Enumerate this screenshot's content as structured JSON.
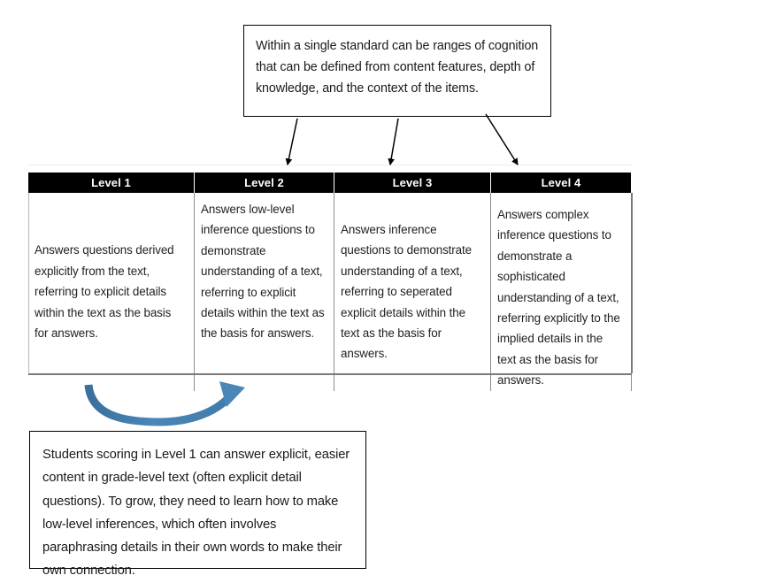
{
  "diagram": {
    "title": "Cognitive complexity levels with annotation callouts",
    "accent_blue": "#4a86b8",
    "header_background": "#000000",
    "header_text_color": "#ffffff",
    "arrow_color": "#000000"
  },
  "callouts": {
    "top": {
      "text": "Within a single standard can be ranges of cognition that can be defined from content features, depth of knowledge, and the context of the items."
    },
    "bottom": {
      "text": "Students scoring in Level 1 can answer explicit, easier content in grade-level text (often explicit detail questions). To grow, they need to learn how to make low-level inferences, which often involves paraphrasing details in their own words to make their own connection."
    }
  },
  "table": {
    "headers": [
      "Level 1",
      "Level 2",
      "Level 3",
      "Level 4"
    ],
    "cells": [
      "Answers questions derived explicitly from the text, referring to explicit details within the text as the basis for answers.",
      "Answers low-level inference questions to demonstrate understanding of a text, referring to explicit details within the text as the basis for answers.",
      "Answers inference questions to demonstrate understanding of a text, referring to seperated explicit details within the text as the basis for answers.",
      "Answers complex inference questions to demonstrate a sophisticated understanding of a text, referring explicitly to the implied details in the text as the basis for answers."
    ]
  },
  "arrows": {
    "pointer_1": "arrow-to-level-2",
    "pointer_2": "arrow-to-level-3",
    "pointer_3": "arrow-to-level-4",
    "growth_arrow": "curved-growth-arrow-level-1-to-level-2"
  }
}
